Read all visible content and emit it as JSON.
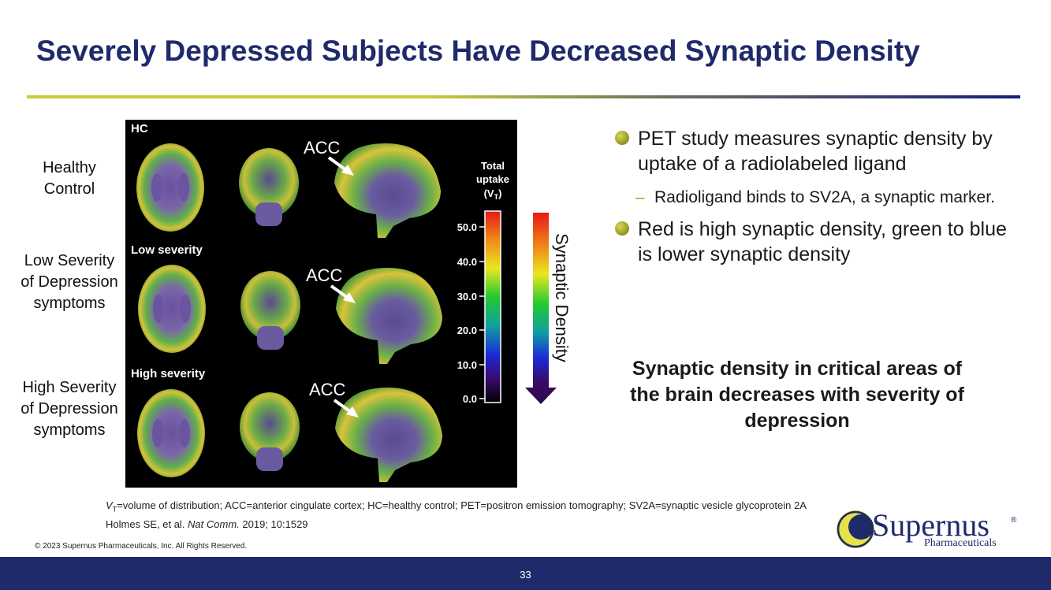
{
  "title": "Severely Depressed Subjects Have Decreased Synaptic Density",
  "row_labels": {
    "healthy": "Healthy Control",
    "low": "Low Severity of Depression symptoms",
    "high": "High Severity of Depression symptoms"
  },
  "figure": {
    "panels": [
      "HC",
      "Low severity",
      "High severity"
    ],
    "acc_label": "ACC",
    "colorbar_title_1": "Total",
    "colorbar_title_2": "uptake",
    "colorbar_title_3": "(V",
    "colorbar_title_sub": "T",
    "colorbar_title_4": ")",
    "colorbar_ticks": [
      "50.0",
      "40.0",
      "30.0",
      "20.0",
      "10.0",
      "0.0"
    ]
  },
  "arrow_label": "Synaptic Density",
  "bullets": {
    "b1": "PET study measures synaptic density by uptake of a radiolabeled ligand",
    "b1_sub": "Radioligand binds to SV2A, a synaptic marker.",
    "b2": "Red is high synaptic density, green to blue is lower synaptic density"
  },
  "callout": "Synaptic density in critical areas of the brain decreases with severity of depression",
  "footnote": {
    "vt_v": "V",
    "vt_sub": "T",
    "rest": "=volume of distribution; ACC=anterior cingulate cortex; HC=healthy control; PET=positron emission tomography; SV2A=synaptic vesicle glycoprotein 2A",
    "citation_authors": "Holmes SE, et al. ",
    "citation_journal": "Nat Comm.",
    "citation_rest": " 2019; 10:1529"
  },
  "copyright": "© 2023 Supernus Pharmaceuticals, Inc. All Rights Reserved.",
  "logo": {
    "word": "Supernus",
    "reg": "®",
    "sub": "Pharmaceuticals"
  },
  "page_number": "33",
  "colors": {
    "title": "#1f2a6b",
    "bar": "#1f2a6b",
    "bullet": "#a0a22a"
  }
}
